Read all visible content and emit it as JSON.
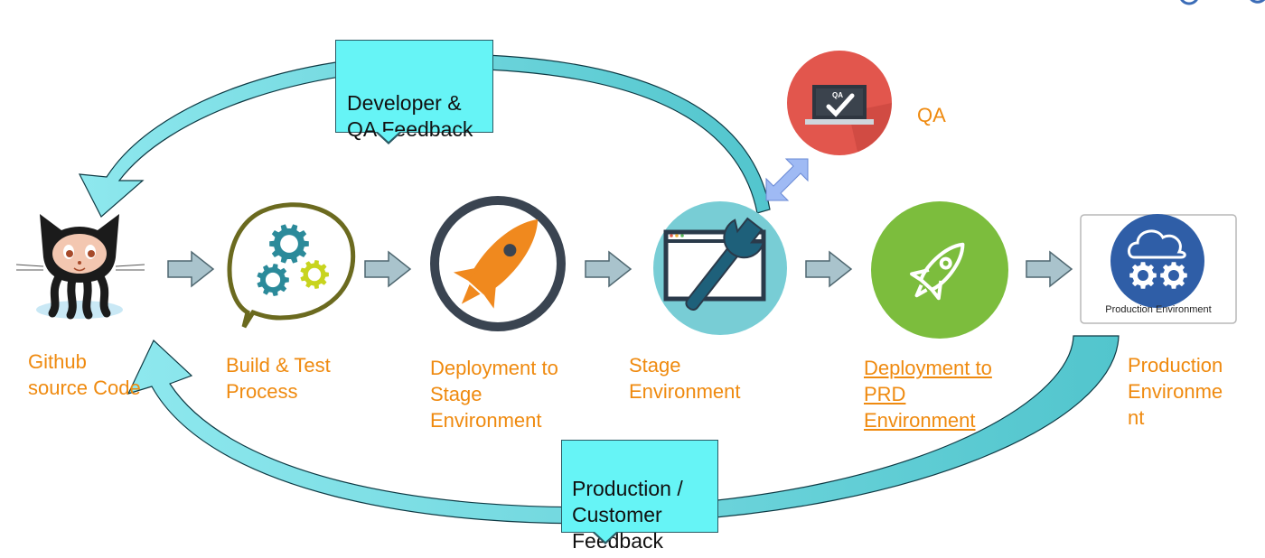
{
  "callouts": {
    "dev_qa": "Developer &\nQA Feedback",
    "prod_customer": "Production /\nCustomer\nFeedback"
  },
  "stages": [
    {
      "id": "github",
      "label": "Github\nsource Code",
      "icon": "github-octocat-icon"
    },
    {
      "id": "build",
      "label": "Build & Test\nProcess",
      "icon": "gears-speech-bubble-icon"
    },
    {
      "id": "deploy_stage",
      "label": "Deployment to\nStage\nEnvironment",
      "icon": "orange-rocket-icon"
    },
    {
      "id": "stage_env",
      "label": "Stage\nEnvironment",
      "icon": "wrench-window-icon"
    },
    {
      "id": "deploy_prd",
      "label": "Deployment to\nPRD\nEnvironment",
      "icon": "green-rocket-icon"
    },
    {
      "id": "prod_env",
      "label": "Production\nEnvironme\nnt",
      "icon": "cloud-gears-icon"
    }
  ],
  "qa": {
    "label": "QA",
    "badge": "QA",
    "icon": "qa-laptop-check-icon"
  },
  "production_box_caption": "Production Environment",
  "colors": {
    "label_orange": "#ef8a0f",
    "callout_cyan": "#66f4f6",
    "loop_arrow": "#5ecfd6",
    "flow_arrow": "#a9c3cc",
    "rocket_orange": "#f0891e",
    "rocket_green": "#7cbd3d",
    "stage_teal": "#78cdd5",
    "qa_red": "#e2564d",
    "prod_blue": "#2f5ea7"
  }
}
